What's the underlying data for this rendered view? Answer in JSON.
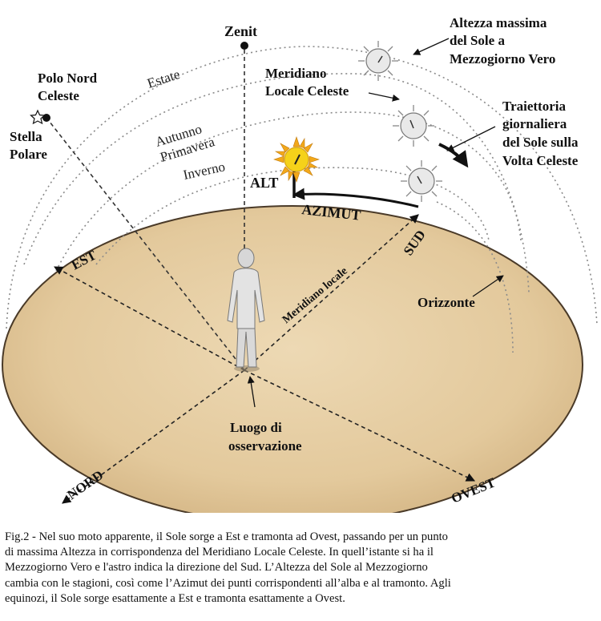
{
  "diagram": {
    "labels": {
      "zenith": "Zenit",
      "north_pole": [
        "Polo Nord",
        "Celeste"
      ],
      "polaris": [
        "Stella",
        "Polare"
      ],
      "local_meridian_celestial": [
        "Meridiano",
        "Locale Celeste"
      ],
      "max_altitude": [
        "Altezza massima",
        "del Sole a",
        "Mezzogiorno Vero"
      ],
      "trajectory": [
        "Traiettoria",
        "giornaliera",
        "del Sole sulla",
        "Volta Celeste"
      ],
      "altitude": "ALT",
      "azimuth": "AZIMUT",
      "local_meridian": "Meridiano locale",
      "horizon": "Orizzonte",
      "observation_place": [
        "Luogo di",
        "osservazione"
      ]
    },
    "seasons": {
      "summer": "Estate",
      "autumn": "Autunno",
      "spring": "Primavera",
      "winter": "Inverno"
    },
    "directions": {
      "east": "EST",
      "south": "SUD",
      "north": "NORD",
      "west": "OVEST"
    },
    "colors": {
      "horizon_fill": "#e6cfa6",
      "horizon_edge": "#4a3a28",
      "sun_yellow": "#f5d21a",
      "arc_dotted": "#8a8a8a"
    }
  },
  "caption": [
    "Fig.2 - Nel suo moto apparente, il Sole sorge a Est e tramonta ad Ovest, passando per un punto",
    "di massima Altezza in corrispondenza del Meridiano Locale Celeste. In quell’istante si ha il",
    "Mezzogiorno Vero e l'astro indica la direzione del Sud. L’Altezza del Sole al Mezzogiorno",
    "cambia con le stagioni, così come l’Azimut dei punti corrispondenti all’alba e al tramonto. Agli",
    "equinozi, il Sole sorge esattamente a Est e tramonta esattamente a Ovest."
  ]
}
